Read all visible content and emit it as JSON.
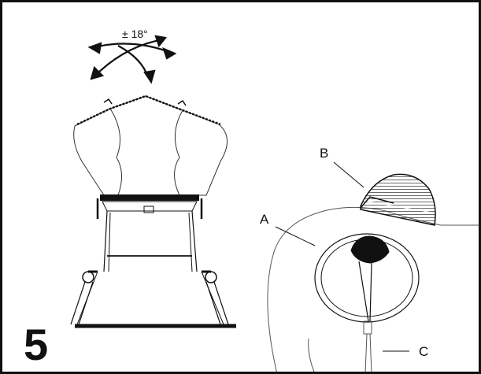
{
  "step_number": "5",
  "rotation_label": "± 18°",
  "callouts": {
    "a": "A",
    "b": "B",
    "c": "C"
  },
  "colors": {
    "line": "#111111",
    "background": "#ffffff",
    "hatch": "#555555"
  }
}
